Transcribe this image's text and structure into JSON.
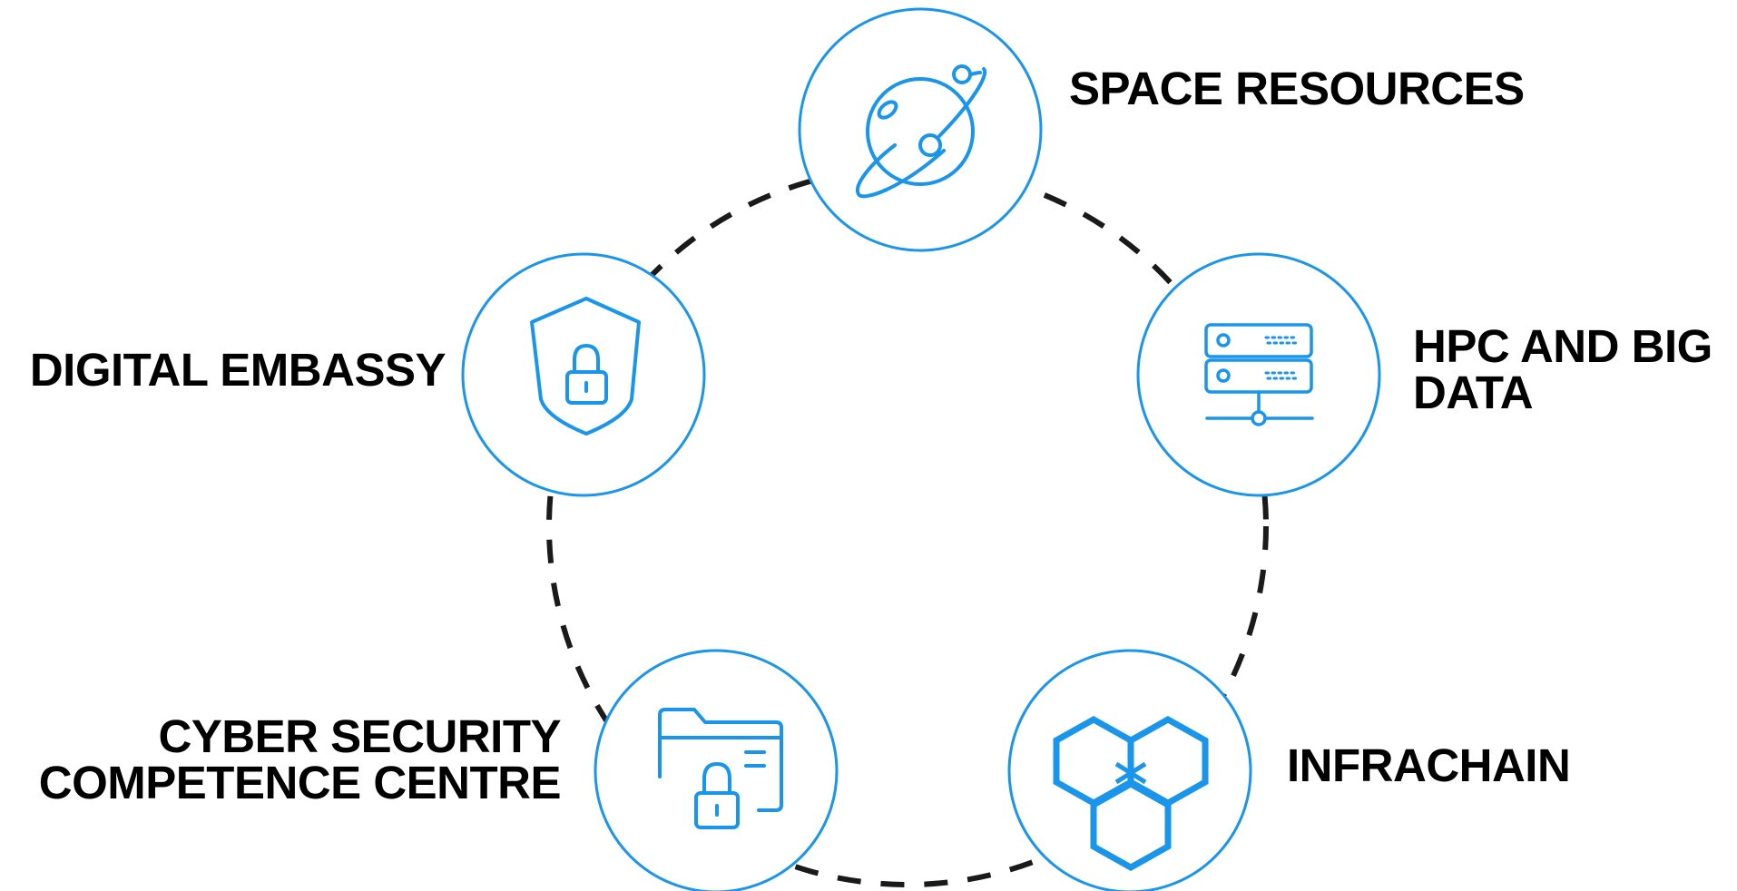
{
  "diagram": {
    "nodes": [
      {
        "id": "space",
        "label_lines": [
          "SPACE RESOURCES"
        ],
        "icon": "planet-orbit-icon"
      },
      {
        "id": "hpc",
        "label_lines": [
          "HPC AND BIG",
          "DATA"
        ],
        "icon": "server-rack-icon"
      },
      {
        "id": "infra",
        "label_lines": [
          "INFRACHAIN"
        ],
        "icon": "hexagon-blocks-icon"
      },
      {
        "id": "cyber",
        "label_lines": [
          "CYBER SECURITY",
          "COMPETENCE CENTRE"
        ],
        "icon": "folder-lock-icon"
      },
      {
        "id": "embassy",
        "label_lines": [
          "DIGITAL EMBASSY"
        ],
        "icon": "shield-lock-icon"
      }
    ],
    "connector_style": "dashed",
    "colors": {
      "accent": "#1a95ec",
      "connector": "#1a1a1a",
      "text": "#000000",
      "background": "#ffffff"
    }
  }
}
